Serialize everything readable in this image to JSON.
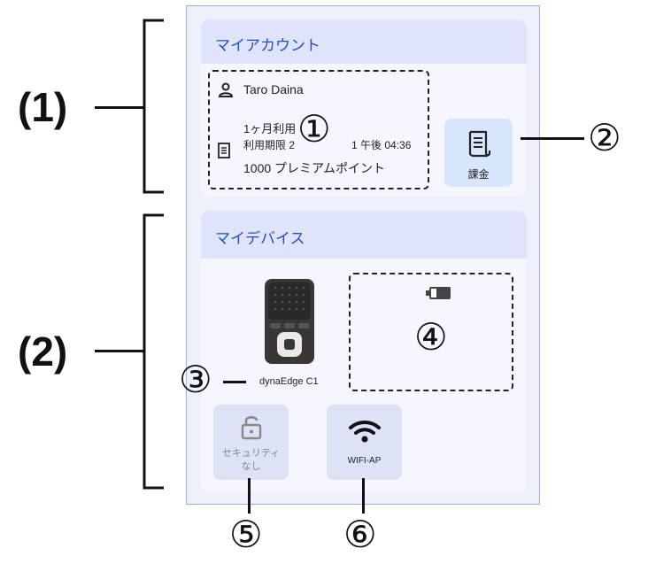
{
  "annotations": {
    "section1": "(1)",
    "section2": "(2)",
    "n1": "①",
    "n2": "②",
    "n3": "③",
    "n4": "④",
    "n5": "⑤",
    "n6": "⑥"
  },
  "account": {
    "title": "マイアカウント",
    "user_name": "Taro Daina",
    "plan_line": "1ヶ月利用",
    "expiry_left": "利用期限 2",
    "expiry_right": "1 午後 04:36",
    "points": "1000 プレミアムポイント",
    "billing_label": "課金"
  },
  "device": {
    "title": "マイデバイス",
    "device_name": "dynaEdge C1",
    "security_label": "セキュリティなし",
    "wifi_label": "WIFI-AP"
  },
  "icons": {
    "user": "person-icon",
    "receipt": "receipt-icon",
    "lock": "unlocked-padlock-icon",
    "wifi": "wifi-icon",
    "battery": "battery-icon"
  },
  "colors": {
    "accent": "#2450b8",
    "header_bg": "#dfe4fb",
    "tile_blue": "#d8e6fb",
    "tile_lavender": "#dde2f7"
  }
}
